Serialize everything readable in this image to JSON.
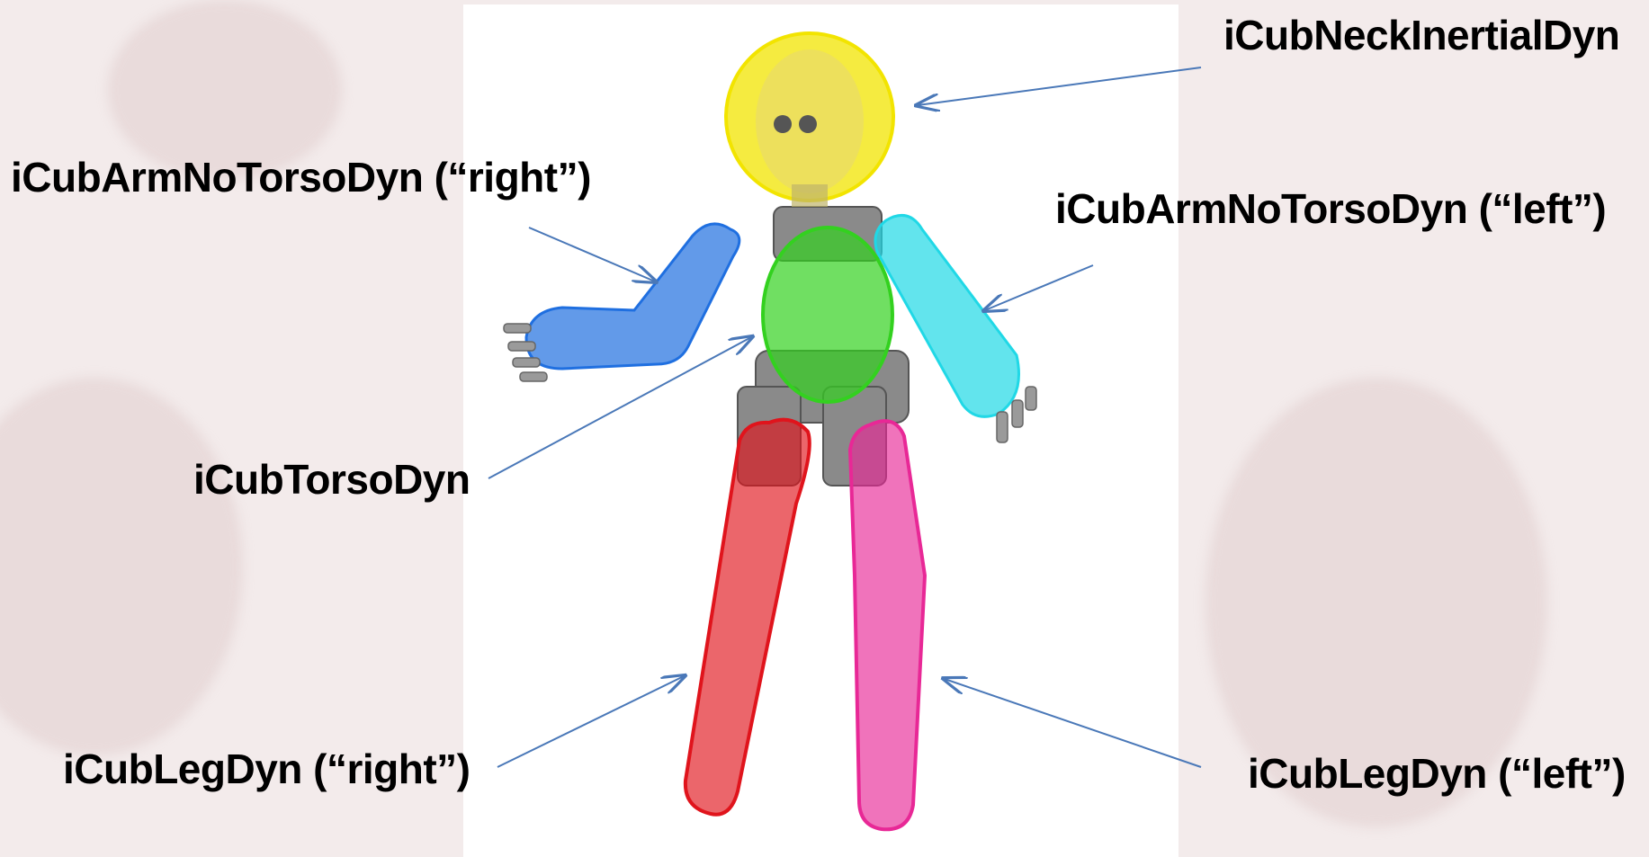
{
  "labels": {
    "neck": "iCubNeckInertialDyn",
    "arm_right": "iCubArmNoTorsoDyn (“right”)",
    "arm_left": "iCubArmNoTorsoDyn (“left”)",
    "torso": "iCubTorsoDyn",
    "leg_right": "iCubLegDyn (“right”)",
    "leg_left": "iCubLegDyn (“left”)"
  },
  "colors": {
    "head": "#f2e400",
    "arm_right": "#1f6fe0",
    "arm_left": "#20d8e6",
    "torso": "#33d11f",
    "leg_right": "#e0141c",
    "leg_left": "#e82896",
    "arrow": "#4a78b8"
  }
}
